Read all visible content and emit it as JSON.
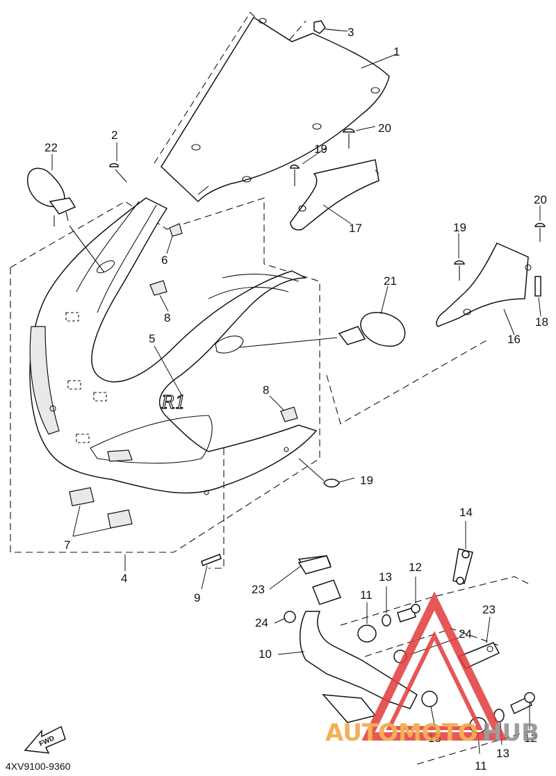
{
  "diagram": {
    "drawing_code": "4XV9100-9360",
    "direction_label": "FWD",
    "decal_text": "R1",
    "watermark": {
      "word_orange": "AUTOMOTO",
      "word_gray": "HUB",
      "colors": {
        "triangle": "#e23a3a",
        "orange": "#f2a23a",
        "gray": "#8c8c8c"
      }
    },
    "callouts": {
      "c1": "1",
      "c2": "2",
      "c3": "3",
      "c4": "4",
      "c5": "5",
      "c6": "6",
      "c7": "7",
      "c8a": "8",
      "c8b": "8",
      "c9": "9",
      "c10": "10",
      "c11a": "11",
      "c11b": "11",
      "c12a": "12",
      "c12b": "12",
      "c13a": "13",
      "c13b": "13",
      "c14": "14",
      "c15": "15",
      "c16": "16",
      "c17": "17",
      "c18": "18",
      "c19a": "19",
      "c19b": "19",
      "c19c": "19",
      "c20a": "20",
      "c20b": "20",
      "c21": "21",
      "c22": "22",
      "c23a": "23",
      "c23b": "23",
      "c24a": "24",
      "c24b": "24"
    }
  }
}
